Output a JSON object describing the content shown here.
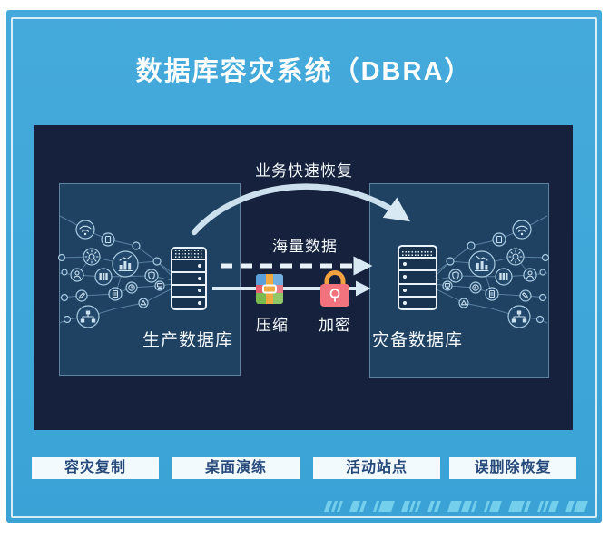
{
  "title": "数据库容灾系统（DBRA）",
  "panel": {
    "production_db": {
      "label": "生产数据库"
    },
    "backup_db": {
      "label": "灾备数据库"
    },
    "flow_recovery": {
      "label": "业务快速恢复"
    },
    "flow_massdata": {
      "label": "海量数据"
    },
    "compress": {
      "label": "压缩"
    },
    "encrypt": {
      "label": "加密"
    }
  },
  "buttons": [
    {
      "label": "容灾复制"
    },
    {
      "label": "桌面演练"
    },
    {
      "label": "活动站点"
    },
    {
      "label": "误删除恢复"
    }
  ],
  "icons": {
    "compression": "archive-package-icon",
    "encryption": "lock-icon",
    "database": "server-rack-icon",
    "network_nodes": [
      "wifi-icon",
      "document-icon",
      "gear-icon",
      "bar-chart-icon",
      "storage-icon",
      "user-icon",
      "shield-icon",
      "clock-icon",
      "monitor-icon",
      "edit-icon",
      "file-icon",
      "warning-icon",
      "sitemap-icon"
    ]
  },
  "colors": {
    "background_blue": "#3FA7D9",
    "panel_navy": "#15213D",
    "box_blue": "#1F4263",
    "deco_cyan": "#73CFEC",
    "button_bg": "#F3FAFD",
    "button_text": "#26497B",
    "lock_body": "#F2737D",
    "lock_shackle": "#F2A23E",
    "archive_orange": "#F0A841",
    "archive_red": "#E2606E",
    "archive_green": "#7BBA4E",
    "archive_blue": "#5C9FD8"
  }
}
